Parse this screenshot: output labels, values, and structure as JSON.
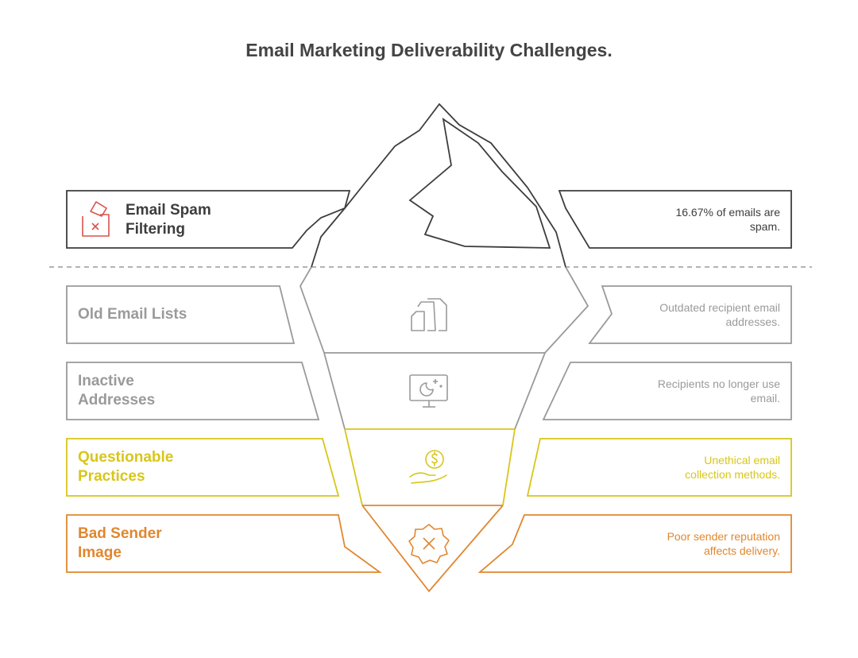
{
  "title": "Email Marketing Deliverability Challenges.",
  "colors": {
    "dark": "#3d3d3d",
    "gray": "#9a9a9a",
    "yellow": "#d8c619",
    "orange": "#e0872f",
    "red": "#d9534f"
  },
  "layers": [
    {
      "label_line1": "Email Spam",
      "label_line2": "Filtering",
      "description": "16.67% of emails are spam.",
      "icon": "spam-folder-icon",
      "color": "#3d3d3d"
    },
    {
      "label_line1": "Old Email Lists",
      "label_line2": "",
      "description": "Outdated recipient email addresses.",
      "icon": "documents-icon",
      "color": "#9a9a9a"
    },
    {
      "label_line1": "Inactive",
      "label_line2": "Addresses",
      "description": "Recipients no longer use email.",
      "icon": "sleeping-monitor-icon",
      "color": "#9a9a9a"
    },
    {
      "label_line1": "Questionable",
      "label_line2": "Practices",
      "description": "Unethical email collection methods.",
      "icon": "money-hand-icon",
      "color": "#d8c619"
    },
    {
      "label_line1": "Bad Sender",
      "label_line2": "Image",
      "description": "Poor sender reputation affects delivery.",
      "icon": "bad-badge-icon",
      "color": "#e0872f"
    }
  ]
}
